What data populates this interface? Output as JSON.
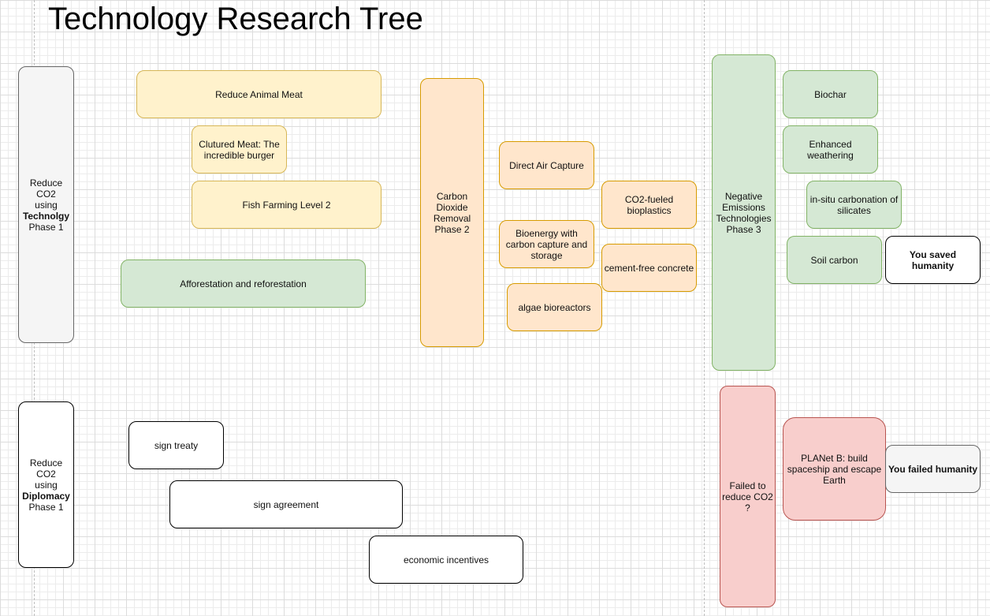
{
  "title": "Technology Research Tree",
  "technology_phase1": {
    "line1": "Reduce",
    "line2": "CO2",
    "line3": "using",
    "line4": "Technolgy",
    "line5": "Phase 1"
  },
  "diplomacy_phase1": {
    "line1": "Reduce",
    "line2": "CO2",
    "line3": "using",
    "line4": "Diplomacy",
    "line5": "Phase 1"
  },
  "phase1_tech_nodes": {
    "reduce_animal_meat": "Reduce Animal Meat",
    "cultured_meat": "Clutured Meat: The incredible burger",
    "fish_farming": "Fish Farming Level 2",
    "afforestation": "Afforestation and reforestation"
  },
  "phase1_diplomacy_nodes": {
    "sign_treaty": "sign treaty",
    "sign_agreement": "sign agreement",
    "economic_incentives": "economic incentives"
  },
  "phase2": {
    "label": "Carbon Dioxide Removal Phase 2",
    "direct_air_capture": "Direct Air Capture",
    "bioenergy_ccs": "Bioenergy with carbon capture and storage",
    "algae_bioreactors": "algae bioreactors",
    "co2_bioplastics": "CO2-fueled bioplastics",
    "cement_free_concrete": "cement-free concrete"
  },
  "phase3": {
    "label": "Negative Emissions Technologies Phase 3",
    "biochar": "Biochar",
    "enhanced_weathering": "Enhanced weathering",
    "in_situ_carbonation": "in-situ carbonation of silicates",
    "soil_carbon": "Soil carbon",
    "saved_humanity": "You saved humanity"
  },
  "failure": {
    "failed_label": "Failed to reduce CO2  ?",
    "planet_b": "PLANet B: build spaceship and escape Earth",
    "failed_humanity": "You failed humanity"
  },
  "colors": {
    "yellow_fill": "#fff2cc",
    "orange_fill": "#ffe6cc",
    "green_fill": "#d5e8d4",
    "red_fill": "#f8cecc",
    "grey_fill": "#f5f5f5"
  }
}
